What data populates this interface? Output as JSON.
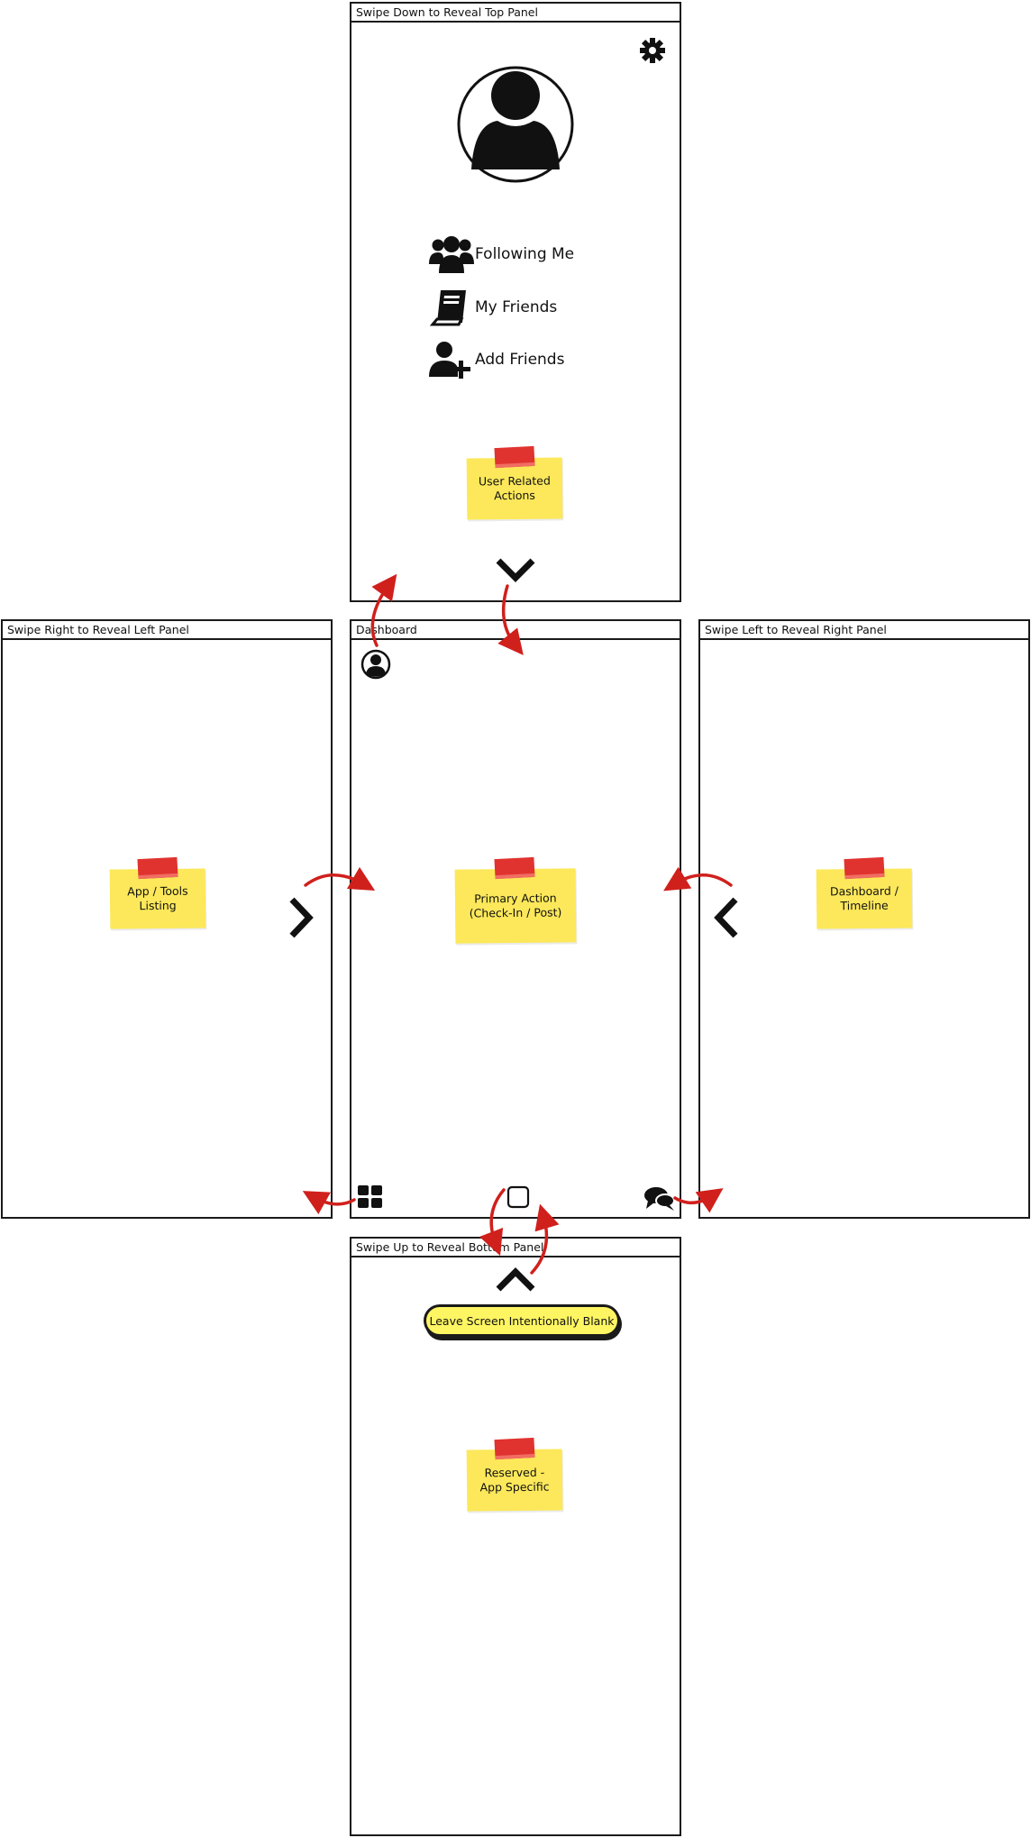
{
  "panels": {
    "top": {
      "title": "Swipe Down to Reveal Top Panel"
    },
    "left": {
      "title": "Swipe Right to Reveal Left Panel"
    },
    "center": {
      "title": "Dashboard"
    },
    "right": {
      "title": "Swipe Left to Reveal Right Panel"
    },
    "bottom": {
      "title": "Swipe Up to Reveal Bottom Panel"
    }
  },
  "top_menu": [
    {
      "label": "Following Me",
      "icon": "users-icon"
    },
    {
      "label": "My Friends",
      "icon": "address-book-icon"
    },
    {
      "label": "Add Friends",
      "icon": "add-user-icon"
    }
  ],
  "notes": {
    "user_actions": "User Related\nActions",
    "app_tools": "App / Tools\nListing",
    "primary_action": "Primary Action\n(Check-In / Post)",
    "dashboard_timeline": "Dashboard /\nTimeline",
    "reserved": "Reserved -\nApp Specific"
  },
  "banner": {
    "label": "Leave Screen Intentionally Blank"
  },
  "colors": {
    "sticky": "#fce85a",
    "tape": "#e0332f",
    "arrow": "#d0201c",
    "banner": "#fdf562"
  }
}
